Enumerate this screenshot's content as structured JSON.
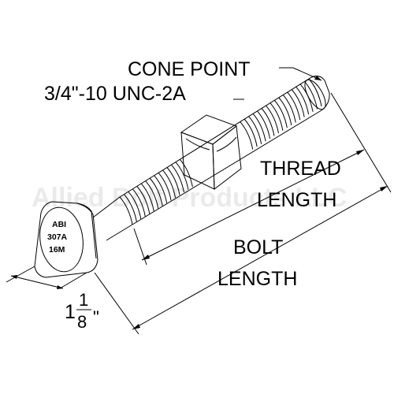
{
  "diagram": {
    "callouts": {
      "cone_point": "CONE POINT",
      "thread_spec": "3/4\"-10 UNC-2A",
      "thread_length_line1": "THREAD",
      "thread_length_line2": "LENGTH",
      "bolt_length_line1": "BOLT",
      "bolt_length_line2": "LENGTH",
      "head_width_whole": "1",
      "head_width_num": "1",
      "head_width_den": "8",
      "head_width_unit": "\""
    },
    "head_markings": [
      "ABI",
      "307A",
      "16M"
    ],
    "watermark": "Allied Bolt Products LLC"
  }
}
